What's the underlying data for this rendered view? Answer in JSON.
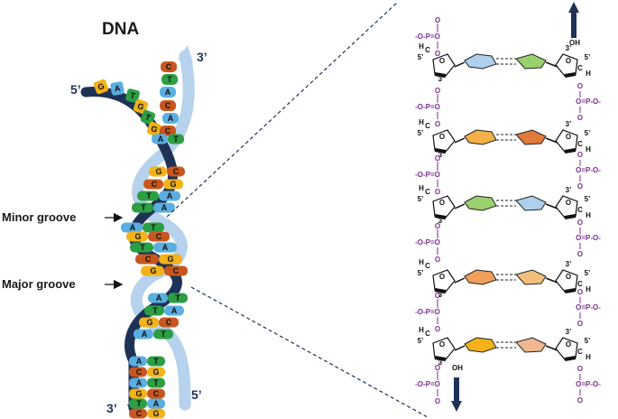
{
  "title": "DNA",
  "strand_ends": {
    "top_left": "5’",
    "top_right": "3’",
    "bottom_left": "3’",
    "bottom_right": "5’"
  },
  "groove_labels": {
    "minor": "Minor groove",
    "major": "Major groove"
  },
  "top_unpaired_bases": {
    "left_strand": [
      "G",
      "A",
      "T",
      "G",
      "T",
      "G"
    ],
    "right_strand": [
      "C",
      "T",
      "A",
      "C",
      "A",
      "C"
    ]
  },
  "base_pairs": [
    [
      "A",
      "T"
    ],
    [
      "G",
      "C"
    ],
    [
      "C",
      "G"
    ],
    [
      "T",
      "A"
    ],
    [
      "T",
      "A"
    ],
    [
      "A",
      "T"
    ],
    [
      "G",
      "C"
    ],
    [
      "T",
      "A"
    ],
    [
      "C",
      "G"
    ],
    [
      "G",
      "C"
    ],
    [
      "A",
      "T"
    ],
    [
      "T",
      "A"
    ],
    [
      "G",
      "C"
    ],
    [
      "A",
      "T"
    ],
    [
      "A",
      "T"
    ],
    [
      "C",
      "G"
    ],
    [
      "A",
      "T"
    ],
    [
      "G",
      "C"
    ],
    [
      "T",
      "A"
    ],
    [
      "C",
      "G"
    ]
  ],
  "colors": {
    "backbone_dark": "#1e3256",
    "backbone_light": "#b6d2ec",
    "A": "#5aaee0",
    "T": "#2c9e44",
    "G": "#f2b218",
    "C": "#c8571f",
    "phosphate": "#7a2e8e"
  },
  "chem_labels": {
    "phosphate_left": "-O-P=O",
    "phosphate_right": "O=P-O-",
    "oxygen": "O",
    "hydroxyl": "OH",
    "prime3": "3’",
    "prime5": "5’",
    "carbon": "C",
    "hydrogen": "H"
  }
}
